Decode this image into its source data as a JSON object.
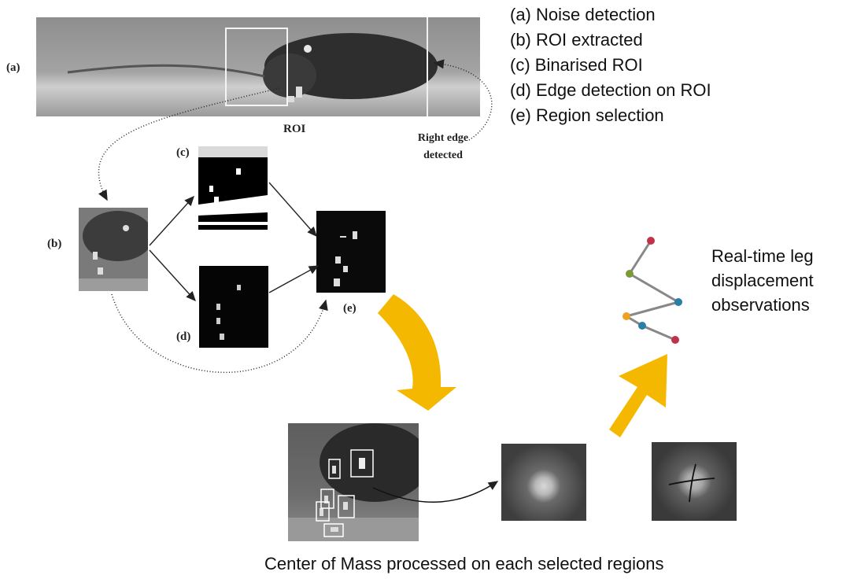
{
  "legend": {
    "items": [
      "(a) Noise detection",
      "(b) ROI extracted",
      "(c) Binarised ROI",
      "(d) Edge detection on ROI",
      "(e) Region selection"
    ]
  },
  "panels": {
    "a_label": "(a)",
    "b_label": "(b)",
    "c_label": "(c)",
    "d_label": "(d)",
    "e_label": "(e)",
    "roi_label": "ROI",
    "right_edge_line1": "Right edge",
    "right_edge_line2": "detected"
  },
  "right_text": {
    "line1": "Real-time leg",
    "line2": "displacement",
    "line3": "observations"
  },
  "caption": "Center of Mass processed on each selected regions",
  "colors": {
    "arrow_yellow": "#f5b800",
    "joint_red": "#c0314a",
    "joint_green": "#7a9a3a",
    "joint_blue": "#2a7fa8",
    "joint_orange": "#f0a020",
    "segment_gray": "#888888"
  }
}
